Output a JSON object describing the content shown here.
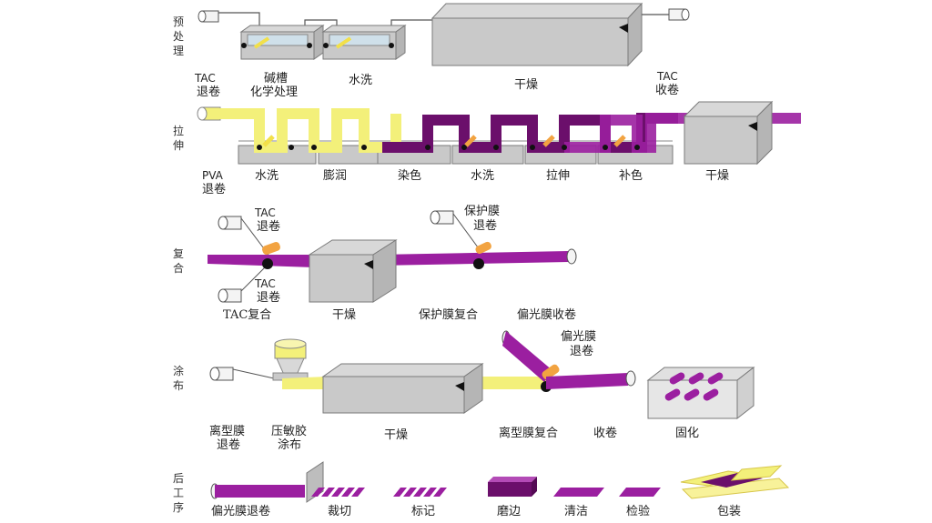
{
  "colors": {
    "tank": "#c9c9c9",
    "tank_stroke": "#7a7a7a",
    "box_top": "#d8d8d8",
    "pva_yellow": "#f3f07a",
    "film_purple": "#9b1fa0",
    "dark_purple": "#6b0f6b",
    "roller_orange": "#f2a341",
    "roll_white": "#f4f4f4"
  },
  "sections": {
    "pretreat": {
      "side": [
        "预",
        "处",
        "理"
      ],
      "labels": {
        "tac_unwind": [
          "TAC",
          "退卷"
        ],
        "alkali": [
          "碱槽",
          "化学处理"
        ],
        "wash": "水洗",
        "dry": "干燥",
        "tac_wind": [
          "TAC",
          "收卷"
        ]
      }
    },
    "stretch": {
      "side": [
        "拉",
        "伸"
      ],
      "labels": {
        "pva_unwind": [
          "PVA",
          "退卷"
        ],
        "wash1": "水洗",
        "swell": "膨润",
        "dye": "染色",
        "wash2": "水洗",
        "stretch": "拉伸",
        "fix": "补色",
        "dry": "干燥"
      }
    },
    "laminate": {
      "side": [
        "复",
        "合"
      ],
      "labels": {
        "tac_top": [
          "TAC",
          "退卷"
        ],
        "tac_bottom": [
          "TAC",
          "退卷"
        ],
        "tac_laminate": "TAC复合",
        "dry": "干燥",
        "protect_unwind": [
          "保护膜",
          "退卷"
        ],
        "protect_laminate": "保护膜复合",
        "polarizer_wind": "偏光膜收卷"
      }
    },
    "coating": {
      "side": [
        "涂",
        "布"
      ],
      "labels": {
        "release_unwind": [
          "离型膜",
          "退卷"
        ],
        "psa_coating": [
          "压敏胶",
          "涂布"
        ],
        "dry": "干燥",
        "polarizer_unwind": [
          "偏光膜",
          "退卷"
        ],
        "release_laminate": "离型膜复合",
        "wind": "收卷",
        "cure": "固化"
      }
    },
    "post": {
      "side": [
        "后",
        "工",
        "序"
      ],
      "labels": {
        "unwind": "偏光膜退卷",
        "cut": "裁切",
        "mark": "标记",
        "edge": "磨边",
        "clean": "清洁",
        "inspect": "检验",
        "pack": "包装"
      }
    }
  }
}
